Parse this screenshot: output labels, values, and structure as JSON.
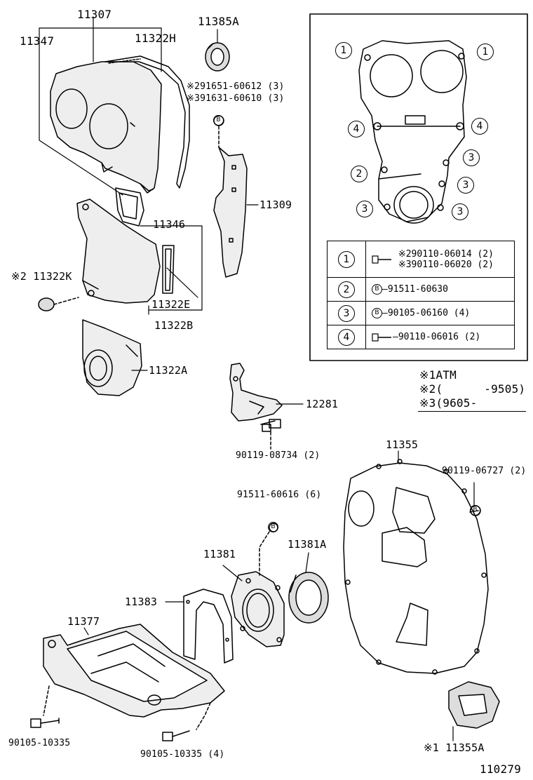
{
  "diagram_id": "110279",
  "parts": {
    "p11307": "11307",
    "p11347": "11347",
    "p11322H": "11322H",
    "p11385A": "11385A",
    "bolt_note1": "※291651-60612 (3)",
    "bolt_note2": "※391631-60610 (3)",
    "p11309": "11309",
    "p11346": "11346",
    "p11322K": "※2 11322K",
    "p11322E": "11322E",
    "p11322B": "11322B",
    "p11322A": "11322A",
    "p12281": "12281",
    "p90119_08734": "90119-08734 (2)",
    "p11355": "11355",
    "p90119_06727": "90119-06727 (2)",
    "p91511_60616": "91511-60616 (6)",
    "p11381": "11381",
    "p11381A": "11381A",
    "p11383": "11383",
    "p11377": "11377",
    "p90105_10335_a": "90105-10335",
    "p90105_10335_b": "90105-10335 (4)",
    "p11355A": "※1 11355A"
  },
  "inset": {
    "circle_1": "1",
    "circle_2": "2",
    "circle_3": "3",
    "circle_4": "4",
    "b_mark": "B"
  },
  "legend": {
    "rows": [
      {
        "key": "1",
        "lines": [
          "※290110-06014 (2)",
          "※390110-06020 (2)"
        ]
      },
      {
        "key": "2",
        "lines": [
          "—91511-60630"
        ]
      },
      {
        "key": "3",
        "lines": [
          "—90105-06160 (4)"
        ]
      },
      {
        "key": "4",
        "lines": [
          "—90110-06016 (2)"
        ]
      }
    ]
  },
  "notes": {
    "n1": "※1ATM",
    "n2": "※2(      -9505)",
    "n3": "※3(9605-        )"
  }
}
